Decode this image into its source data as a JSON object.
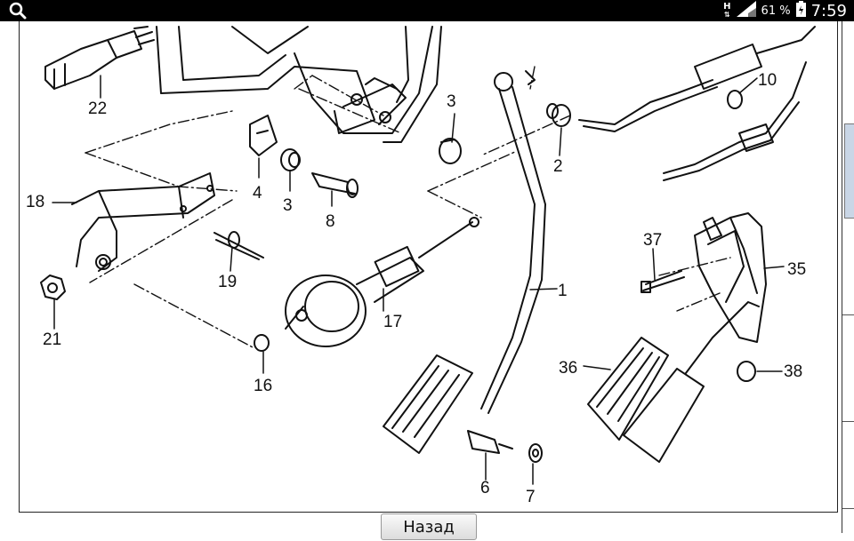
{
  "status_bar": {
    "network_label": "H",
    "network_sub": "⇅",
    "battery_percent": "61 %",
    "time": "7:59",
    "icons": [
      "search-icon",
      "signal-icon",
      "battery-icon"
    ]
  },
  "diagram": {
    "part_labels": [
      "22",
      "3",
      "10",
      "2",
      "18",
      "4",
      "3",
      "8",
      "37",
      "35",
      "19",
      "1",
      "21",
      "17",
      "36",
      "38",
      "16",
      "6",
      "7"
    ]
  },
  "navigation": {
    "back_label": "Назад"
  },
  "colors": {
    "status_bar_bg": "#000000",
    "page_bg": "#ffffff",
    "line_art": "#111111",
    "side_tab": "#c9d6e6"
  }
}
